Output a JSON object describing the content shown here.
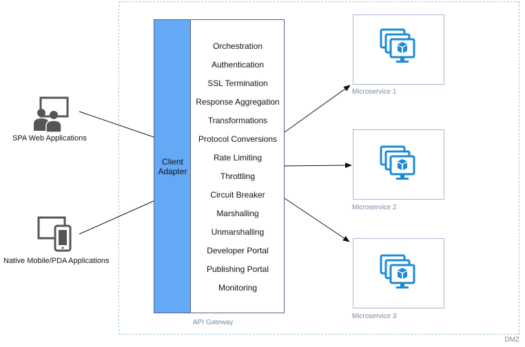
{
  "zone": {
    "label": "DMZ"
  },
  "clients": [
    {
      "label": "SPA Web Applications",
      "icon": "presentation-users-icon"
    },
    {
      "label": "Native Mobile/PDA Applications",
      "icon": "devices-icon"
    }
  ],
  "gateway": {
    "label": "API Gateway",
    "adapter_label_line1": "Client",
    "adapter_label_line2": "Adapter",
    "functions": [
      "Orchestration",
      "Authentication",
      "SSL Termination",
      "Response Aggregation",
      "Transformations",
      "Protocol Conversions",
      "Rate Limiting",
      "Throttling",
      "Circuit Breaker",
      "Marshalling",
      "Unmarshalling",
      "Developer Portal",
      "Publishing Portal",
      "Monitoring"
    ]
  },
  "microservices": [
    {
      "label": "Microservice 1",
      "icon": "virtual-machines-icon"
    },
    {
      "label": "Microservice 2",
      "icon": "virtual-machines-icon"
    },
    {
      "label": "Microservice 3",
      "icon": "virtual-machines-icon"
    }
  ],
  "colors": {
    "adapter_fill": "#64a9f5",
    "border": "#5a5f88",
    "zone_border": "#9fc3d8",
    "caption": "#7a86a8",
    "vm_icon": "#1c8ad6",
    "client_icon": "#555555"
  }
}
